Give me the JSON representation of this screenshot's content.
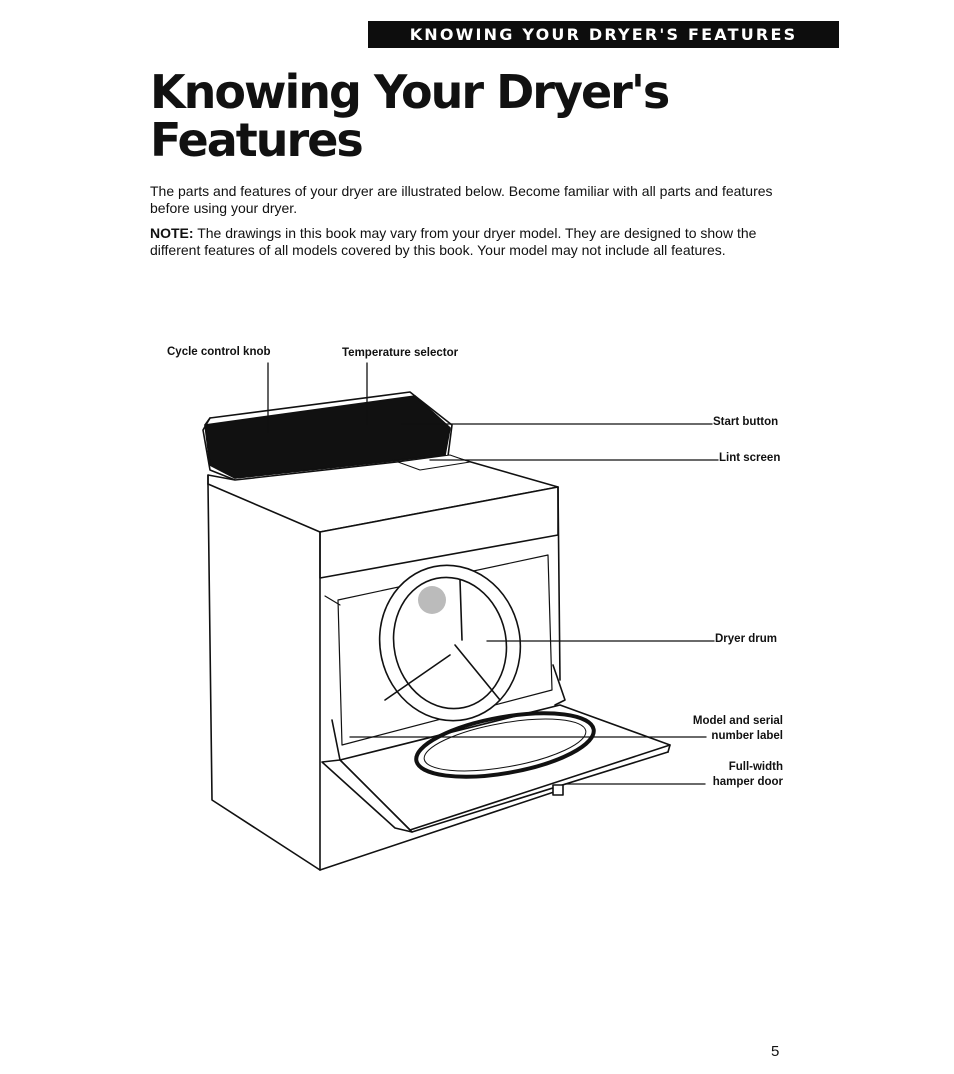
{
  "header": {
    "banner": "KNOWING YOUR DRYER'S FEATURES"
  },
  "title": {
    "line1": "Knowing Your Dryer's",
    "line2": "Features"
  },
  "intro": "The parts and features of your dryer are illustrated below. Become familiar with all parts and features before using your dryer.",
  "note": {
    "label": "NOTE:",
    "text": " The drawings in this book may vary from your dryer model. They are designed to show the different features of all models covered by this book. Your model may not include all features."
  },
  "figure": {
    "labels": {
      "cycle_control_knob": "Cycle control knob",
      "temperature_selector": "Temperature selector",
      "start_button": "Start button",
      "lint_screen": "Lint screen",
      "dryer_drum": "Dryer drum",
      "model_serial_1": "Model and serial",
      "model_serial_2": "number label",
      "hamper_door_1": "Full-width",
      "hamper_door_2": "hamper door"
    }
  },
  "footer": {
    "page_number": "5"
  }
}
